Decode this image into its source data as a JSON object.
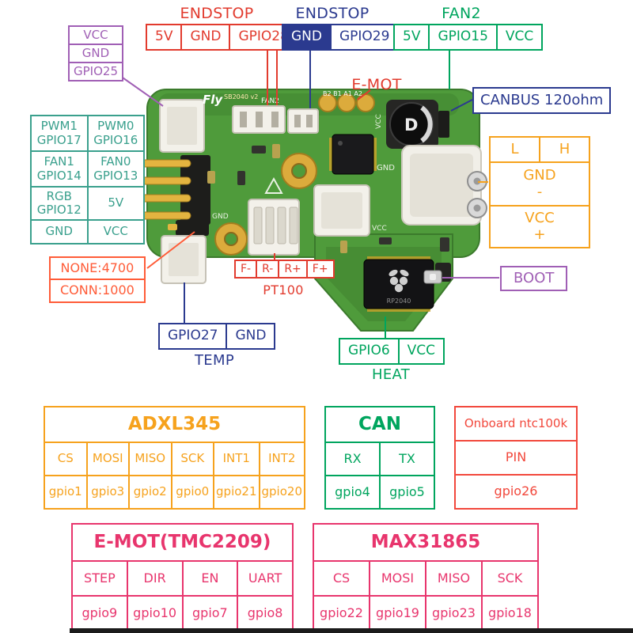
{
  "colors": {
    "red": "#e23b2e",
    "navy": "#2b3a8f",
    "green": "#00a55e",
    "purple": "#a05fb5",
    "teal": "#3aa08d",
    "orange": "#f6a21d",
    "coral": "#ff5c38",
    "pink": "#e8356d",
    "ntc": "#f2483c",
    "board_green": "#4f9b3b"
  },
  "callouts": {
    "endstop_left": {
      "title": "ENDSTOP",
      "cells": [
        "5V",
        "GND",
        "GPIO28"
      ]
    },
    "endstop_mid": {
      "title": "ENDSTOP",
      "cells": [
        "GND",
        "GPIO29"
      ]
    },
    "fan2": {
      "title": "FAN2",
      "cells": [
        "5V",
        "GPIO15",
        "VCC"
      ]
    },
    "pwm_header": {
      "cells": [
        "VCC",
        "GND",
        "GPIO25"
      ]
    },
    "left_io": {
      "rows": [
        [
          "PWM1\nGPIO17",
          "PWM0\nGPIO16"
        ],
        [
          "FAN1\nGPIO14",
          "FAN0\nGPIO13"
        ],
        [
          "RGB\nGPIO12",
          "5V"
        ],
        [
          "GND",
          "VCC"
        ]
      ]
    },
    "thermistor_jumper": {
      "cells": [
        "NONE:4700",
        "CONN:1000"
      ]
    },
    "emot_label": "E-MOT",
    "canbus": "CANBUS 120ohm",
    "power": {
      "cols": [
        "L",
        "H"
      ],
      "rows": [
        "GND\n-",
        "VCC\n+"
      ]
    },
    "boot": "BOOT",
    "pt100": {
      "title": "PT100",
      "cells": [
        "F-",
        "R-",
        "R+",
        "F+"
      ]
    },
    "temp": {
      "title": "TEMP",
      "cells": [
        "GPIO27",
        "GND"
      ]
    },
    "heat": {
      "title": "HEAT",
      "cells": [
        "GPIO6",
        "VCC"
      ]
    }
  },
  "tables": {
    "adxl345": {
      "title": "ADXL345",
      "headers": [
        "CS",
        "MOSI",
        "MISO",
        "SCK",
        "INT1",
        "INT2"
      ],
      "pins": [
        "gpio1",
        "gpio3",
        "gpio2",
        "gpio0",
        "gpio21",
        "gpio20"
      ]
    },
    "can": {
      "title": "CAN",
      "headers": [
        "RX",
        "TX"
      ],
      "pins": [
        "gpio4",
        "gpio5"
      ]
    },
    "ntc": {
      "rows": [
        "Onboard ntc100k",
        "PIN",
        "gpio26"
      ]
    },
    "emot": {
      "title": "E-MOT(TMC2209)",
      "headers": [
        "STEP",
        "DIR",
        "EN",
        "UART"
      ],
      "pins": [
        "gpio9",
        "gpio10",
        "gpio7",
        "gpio8"
      ]
    },
    "max31865": {
      "title": "MAX31865",
      "headers": [
        "CS",
        "MOSI",
        "MISO",
        "SCK"
      ],
      "pins": [
        "gpio22",
        "gpio19",
        "gpio23",
        "gpio18"
      ]
    }
  },
  "board": {
    "silk": {
      "brand": "Fly",
      "model": "SB2040 v2",
      "fan2": "FAN2",
      "motor_pads": "B2 B1 A1 A2",
      "gnd1": "GND",
      "gnd2": "GND",
      "vcc1": "VCC",
      "vcc2": "VCC",
      "mcu": "RP2040",
      "cap": "D"
    }
  }
}
